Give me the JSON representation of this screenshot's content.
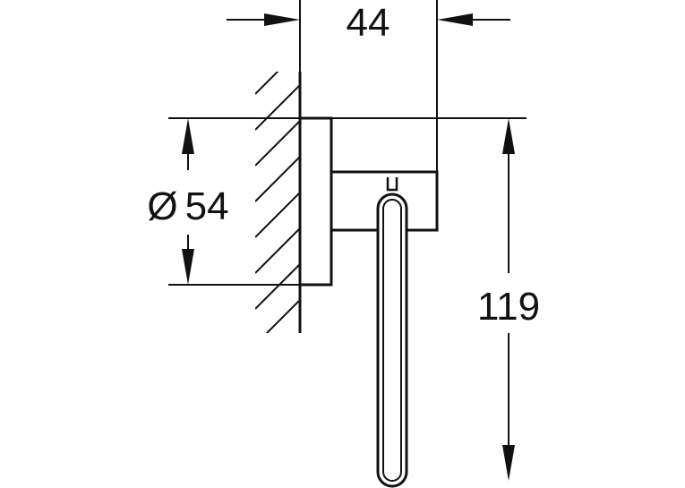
{
  "dimensions": {
    "depth": "44",
    "diameter_symbol": "Ø",
    "diameter": "54",
    "height": "119"
  },
  "colors": {
    "line": "#111111",
    "background": "#ffffff"
  }
}
